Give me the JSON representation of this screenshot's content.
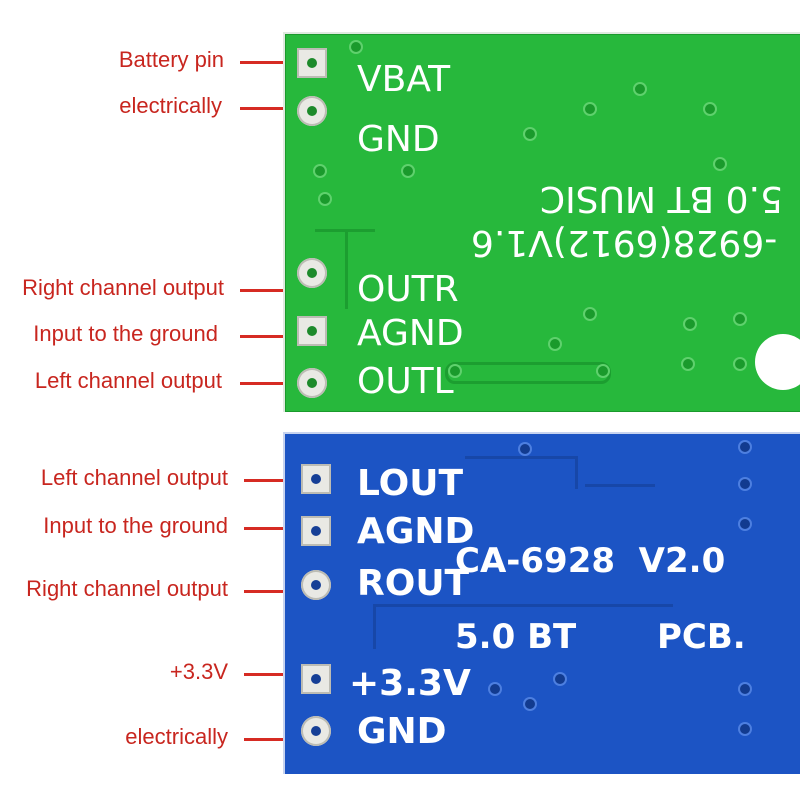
{
  "green_board": {
    "callouts": {
      "battery_pin": "Battery pin",
      "electrically": "electrically",
      "right_channel": "Right channel output",
      "input_ground": "Input to the ground",
      "left_channel": "Left channel output"
    },
    "silkscreen": {
      "vbat": "VBAT",
      "gnd": "GND",
      "outr": "OUTR",
      "agnd": "AGND",
      "outl": "OUTL",
      "line1": "5.0 BT MUSIC",
      "line2": "-6928(6912)V1.6"
    }
  },
  "blue_board": {
    "callouts": {
      "left_channel": "Left channel output",
      "input_ground": "Input to the ground",
      "right_channel": "Right channel output",
      "plus33": "+3.3V",
      "electrically": "electrically"
    },
    "silkscreen": {
      "lout": "LOUT",
      "agnd": "AGND",
      "rout": "ROUT",
      "plus33": "+3.3V",
      "gnd": "GND",
      "model": "CA-6928  V2.0",
      "line2a": "5.0 BT",
      "line2b": "PCB."
    }
  },
  "colors": {
    "label_red": "#c8261f",
    "green_pcb": "#27b83c",
    "blue_pcb": "#1c54c4"
  }
}
